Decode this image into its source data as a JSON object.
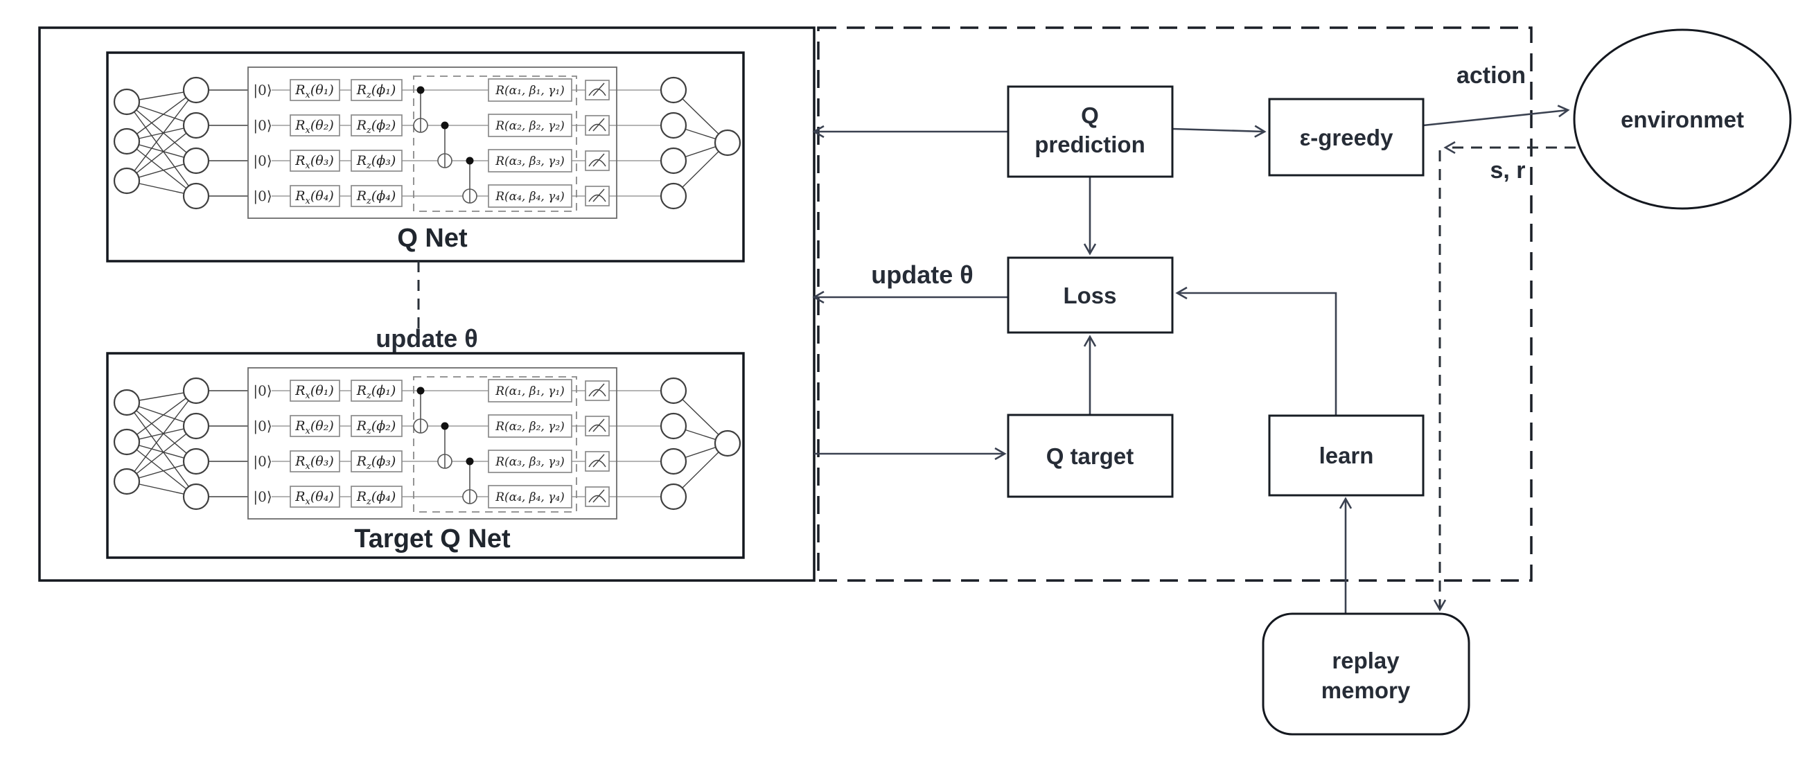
{
  "colors": {
    "ink": "#14181f",
    "arrow": "#3a4150",
    "text": "#262c36"
  },
  "nets": {
    "qnet_label": "Q Net",
    "target_label": "Target Q Net",
    "update_theta": "update θ"
  },
  "circuit": {
    "rows": [
      {
        "ket": "|0⟩",
        "rx_base": "R",
        "rx_sub": "x",
        "rx_arg": "(θ₁)",
        "rz_base": "R",
        "rz_sub": "z",
        "rz_arg": "(ϕ₁)",
        "rot_base": "R",
        "rot_arg": "(α₁, β₁, γ₁)"
      },
      {
        "ket": "|0⟩",
        "rx_base": "R",
        "rx_sub": "x",
        "rx_arg": "(θ₂)",
        "rz_base": "R",
        "rz_sub": "z",
        "rz_arg": "(ϕ₂)",
        "rot_base": "R",
        "rot_arg": "(α₂, β₂, γ₂)"
      },
      {
        "ket": "|0⟩",
        "rx_base": "R",
        "rx_sub": "x",
        "rx_arg": "(θ₃)",
        "rz_base": "R",
        "rz_sub": "z",
        "rz_arg": "(ϕ₃)",
        "rot_base": "R",
        "rot_arg": "(α₃, β₃, γ₃)"
      },
      {
        "ket": "|0⟩",
        "rx_base": "R",
        "rx_sub": "x",
        "rx_arg": "(θ₄)",
        "rz_base": "R",
        "rz_sub": "z",
        "rz_arg": "(ϕ₄)",
        "rot_base": "R",
        "rot_arg": "(α₄, β₄, γ₄)"
      }
    ]
  },
  "flow": {
    "q_prediction_line1": "Q",
    "q_prediction_line2": "prediction",
    "e_greedy": "ε-greedy",
    "environment": "environmet",
    "loss": "Loss",
    "q_target": "Q target",
    "learn": "learn",
    "replay_line1": "replay",
    "replay_line2": "memory",
    "action": "action",
    "state_reward": "s, r",
    "update_theta": "update θ"
  }
}
